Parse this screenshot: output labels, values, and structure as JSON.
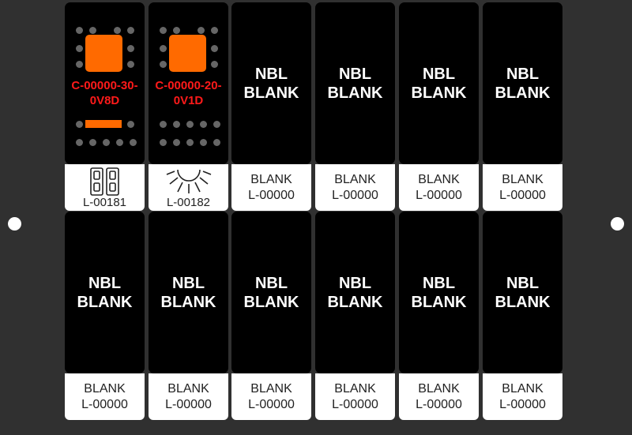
{
  "panel": {
    "row1": [
      {
        "lit": true,
        "code": "C-00000-30-0V8D",
        "label_code": "L-00181",
        "icon": "dual-switch-icon"
      },
      {
        "lit": true,
        "code": "C-00000-20-0V1D",
        "label_code": "L-00182",
        "icon": "light-rays-icon"
      },
      {
        "text1": "NBL",
        "text2": "BLANK",
        "label_text": "BLANK",
        "label_code": "L-00000"
      },
      {
        "text1": "NBL",
        "text2": "BLANK",
        "label_text": "BLANK",
        "label_code": "L-00000"
      },
      {
        "text1": "NBL",
        "text2": "BLANK",
        "label_text": "BLANK",
        "label_code": "L-00000"
      },
      {
        "text1": "NBL",
        "text2": "BLANK",
        "label_text": "BLANK",
        "label_code": "L-00000"
      }
    ],
    "row2": [
      {
        "text1": "NBL",
        "text2": "BLANK",
        "label_text": "BLANK",
        "label_code": "L-00000"
      },
      {
        "text1": "NBL",
        "text2": "BLANK",
        "label_text": "BLANK",
        "label_code": "L-00000"
      },
      {
        "text1": "NBL",
        "text2": "BLANK",
        "label_text": "BLANK",
        "label_code": "L-00000"
      },
      {
        "text1": "NBL",
        "text2": "BLANK",
        "label_text": "BLANK",
        "label_code": "L-00000"
      },
      {
        "text1": "NBL",
        "text2": "BLANK",
        "label_text": "BLANK",
        "label_code": "L-00000"
      },
      {
        "text1": "NBL",
        "text2": "BLANK",
        "label_text": "BLANK",
        "label_code": "L-00000"
      }
    ],
    "colors": {
      "panel": "#303030",
      "rocker": "#000000",
      "lamp": "#ff6a00",
      "code_text": "#ff1a1a",
      "label_bg": "#ffffff"
    }
  }
}
